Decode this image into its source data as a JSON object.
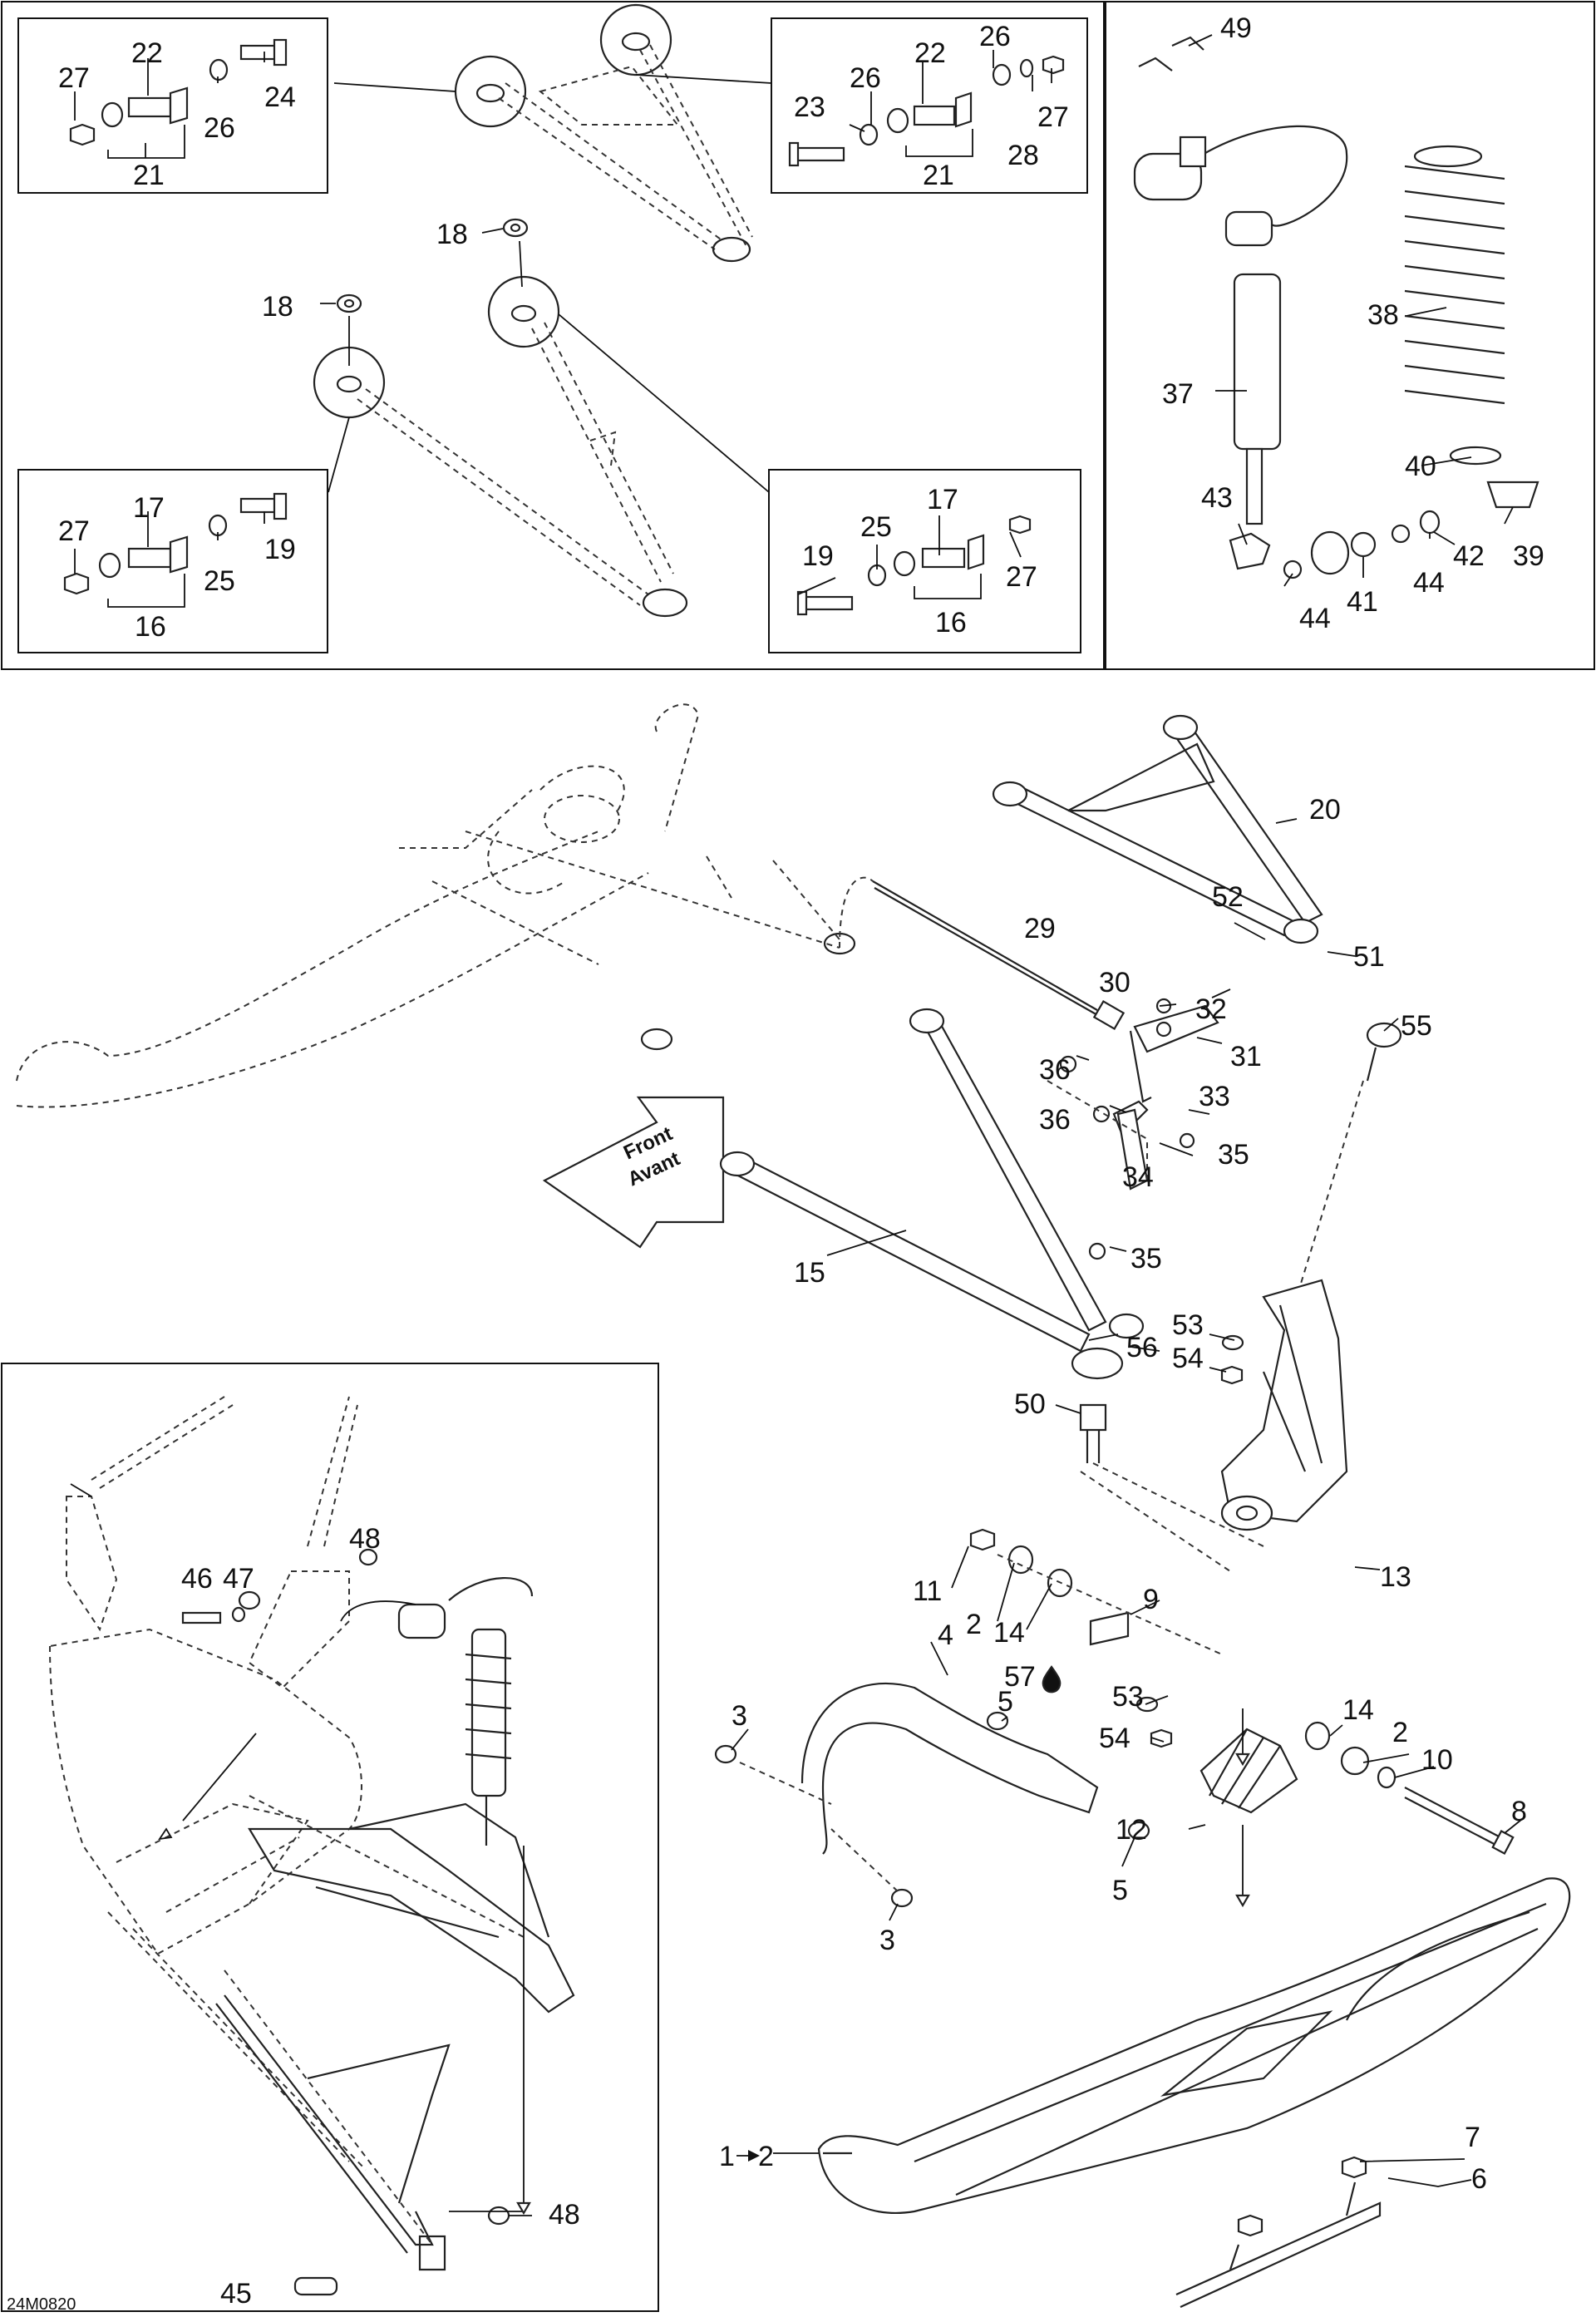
{
  "figure_code": "24M0820",
  "front_label": {
    "en": "Front",
    "fr": "Avant"
  },
  "callouts": {
    "c1": "1",
    "c2": "2",
    "c3": "3",
    "c4": "4",
    "c5": "5",
    "c6": "6",
    "c7": "7",
    "c8": "8",
    "c9": "9",
    "c10": "10",
    "c11": "11",
    "c12": "12",
    "c13": "13",
    "c14": "14",
    "c15": "15",
    "c16": "16",
    "c17": "17",
    "c18": "18",
    "c19": "19",
    "c20": "20",
    "c21": "21",
    "c22": "22",
    "c23": "23",
    "c24": "24",
    "c25": "25",
    "c26": "26",
    "c27": "27",
    "c28": "28",
    "c29": "29",
    "c30": "30",
    "c31": "31",
    "c32": "32",
    "c33": "33",
    "c34": "34",
    "c35": "35",
    "c36": "36",
    "c37": "37",
    "c38": "38",
    "c39": "39",
    "c40": "40",
    "c41": "41",
    "c42": "42",
    "c43": "43",
    "c44": "44",
    "c45": "45",
    "c46": "46",
    "c47": "47",
    "c48": "48",
    "c49": "49",
    "c50": "50",
    "c51": "51",
    "c52": "52",
    "c53": "53",
    "c54": "54",
    "c55": "55",
    "c56": "56",
    "c57": "57"
  }
}
